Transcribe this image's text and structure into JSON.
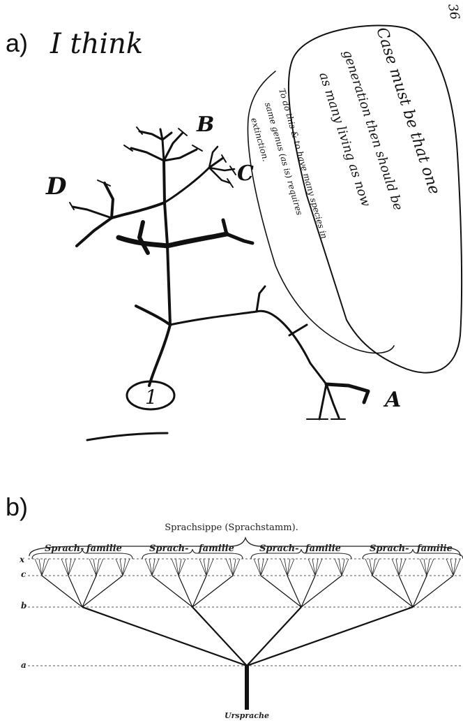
{
  "panel_a": {
    "label": "a)",
    "heading": "I think",
    "page_number": "36",
    "node_labels": {
      "b": "B",
      "c": "C",
      "d": "D",
      "a": "A",
      "origin": "1"
    },
    "note_lines": [
      "Case must be that one",
      "generation then should be",
      "as many living as now",
      "To do this & to have many species in",
      "same genus (as is) requires",
      "extinction."
    ]
  },
  "panel_b": {
    "label": "b)",
    "title": "Sprachsippe (Sprachstamm).",
    "families": [
      {
        "left": "Sprach-",
        "right": "familie"
      },
      {
        "left": "Sprach-",
        "right": "familie"
      },
      {
        "left": "Sprach-",
        "right": "familie"
      },
      {
        "left": "Sprach-",
        "right": "familie"
      }
    ],
    "levels": {
      "x": "x",
      "c": "c",
      "b": "b",
      "a": "a"
    },
    "root": "Ursprache"
  }
}
